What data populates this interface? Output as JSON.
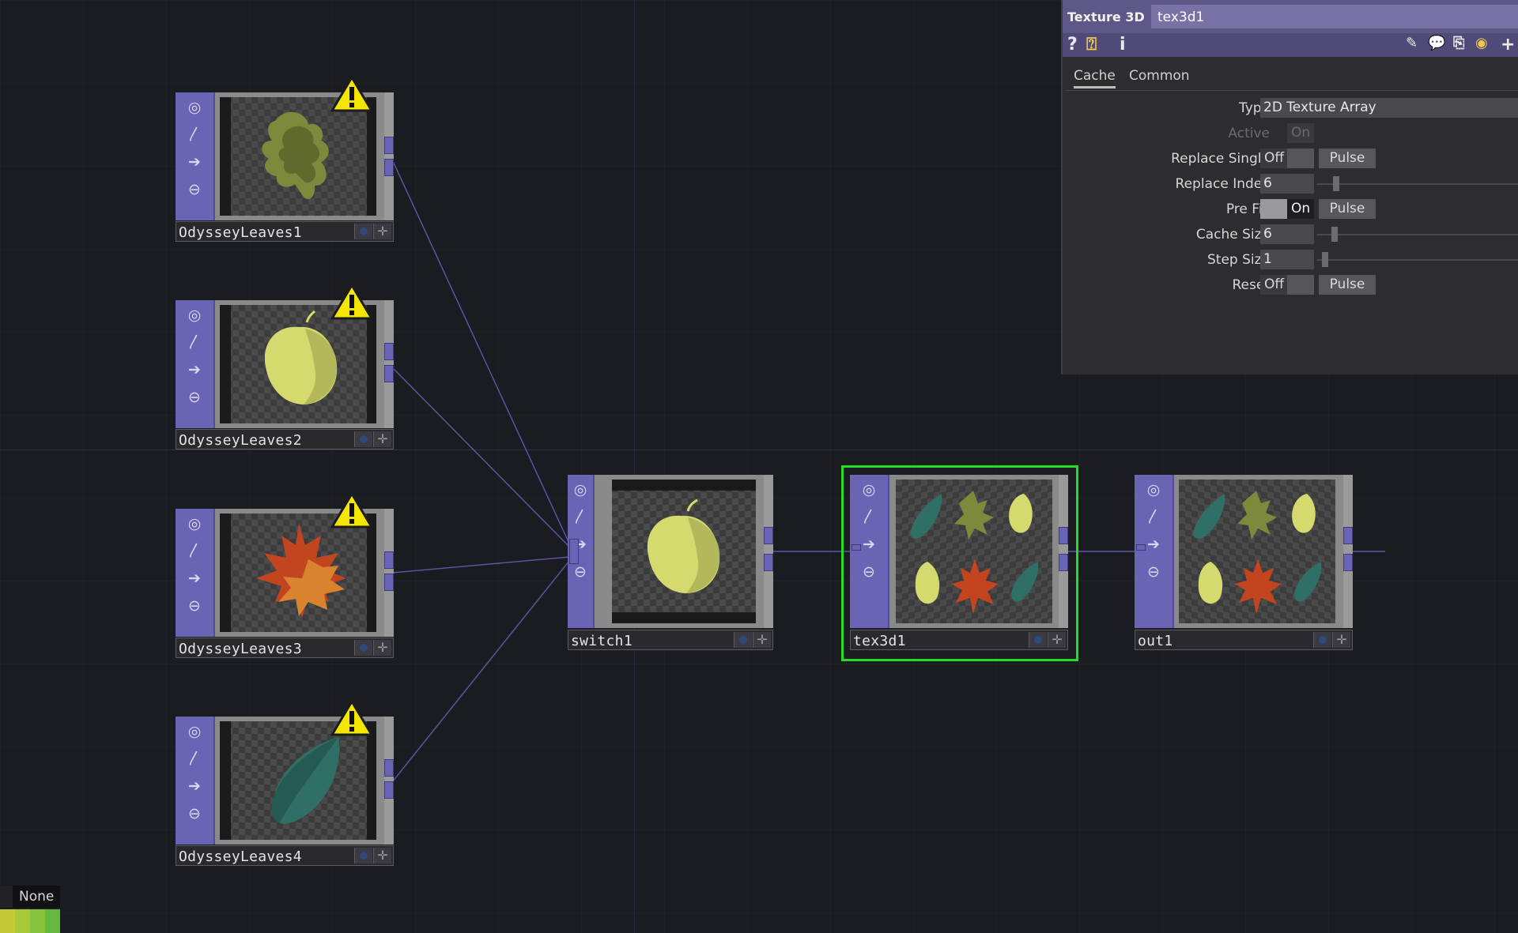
{
  "network": {
    "nodes": [
      {
        "name": "OdysseyLeaves1",
        "warning": true
      },
      {
        "name": "OdysseyLeaves2",
        "warning": true
      },
      {
        "name": "OdysseyLeaves3",
        "warning": true
      },
      {
        "name": "OdysseyLeaves4",
        "warning": true
      },
      {
        "name": "switch1",
        "warning": false
      },
      {
        "name": "tex3d1",
        "warning": false,
        "selected": true
      },
      {
        "name": "out1",
        "warning": false
      }
    ],
    "node_icons": [
      "viewer-toggle-icon",
      "bypass-icon",
      "display-flag-icon",
      "lock-icon"
    ],
    "colors": {
      "top_strip": "#6a64b4",
      "selection": "#22dd22",
      "wire": "#5b58a8",
      "warning": "#f5e600"
    }
  },
  "panel": {
    "op_type": "Texture 3D",
    "op_name": "tex3d1",
    "tabs": [
      {
        "label": "Cache",
        "active": true
      },
      {
        "label": "Common",
        "active": false
      }
    ],
    "params": {
      "type": {
        "label": "Type",
        "value": "2D Texture Array"
      },
      "active": {
        "label": "Active",
        "value": "On"
      },
      "replace_single": {
        "label": "Replace Single",
        "value": "Off",
        "pulse": "Pulse"
      },
      "replace_index": {
        "label": "Replace Index",
        "value": "6"
      },
      "pre_fill": {
        "label": "Pre Fill",
        "value": "On",
        "pulse": "Pulse"
      },
      "cache_size": {
        "label": "Cache Size",
        "value": "6"
      },
      "step_size": {
        "label": "Step Size",
        "value": "1"
      },
      "reset": {
        "label": "Reset",
        "value": "Off",
        "pulse": "Pulse"
      }
    },
    "icons": [
      "help-icon",
      "python-help-icon",
      "info-icon",
      "edit-icon",
      "comment-icon",
      "clone-icon",
      "python-icon",
      "add-icon"
    ]
  },
  "footer": {
    "none_label": "None",
    "palette": [
      "#c4c93a",
      "#a8c83a",
      "#84c23c",
      "#64b83e"
    ]
  }
}
